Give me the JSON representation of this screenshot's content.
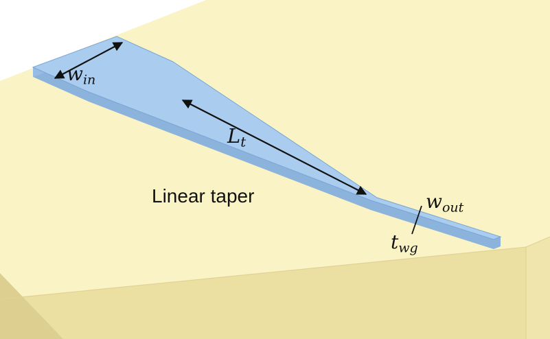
{
  "figure": {
    "type": "3d-schematic-diagram",
    "background": "#ffffff"
  },
  "substrate": {
    "name": "chip-substrate",
    "colors": {
      "top": "#FAF3C5",
      "front": "#EBDFA1",
      "right": "#F0E5AC",
      "left": "#DCCF8F",
      "edge": "#DFD294"
    }
  },
  "waveguide": {
    "name": "linear-taper-waveguide",
    "colors": {
      "top": "#A9CCEF",
      "side": "#8CB3DC",
      "facet": "#97BCE4",
      "outline": "#79A5D3"
    }
  },
  "annotations": {
    "title": "Linear taper",
    "arrow_color": "#111111",
    "w_in": {
      "base": "w",
      "sub": "in"
    },
    "L_t": {
      "base": "L",
      "sub": "t"
    },
    "w_out": {
      "base": "w",
      "sub": "out"
    },
    "t_wg": {
      "base": "t",
      "sub": "wg"
    }
  }
}
